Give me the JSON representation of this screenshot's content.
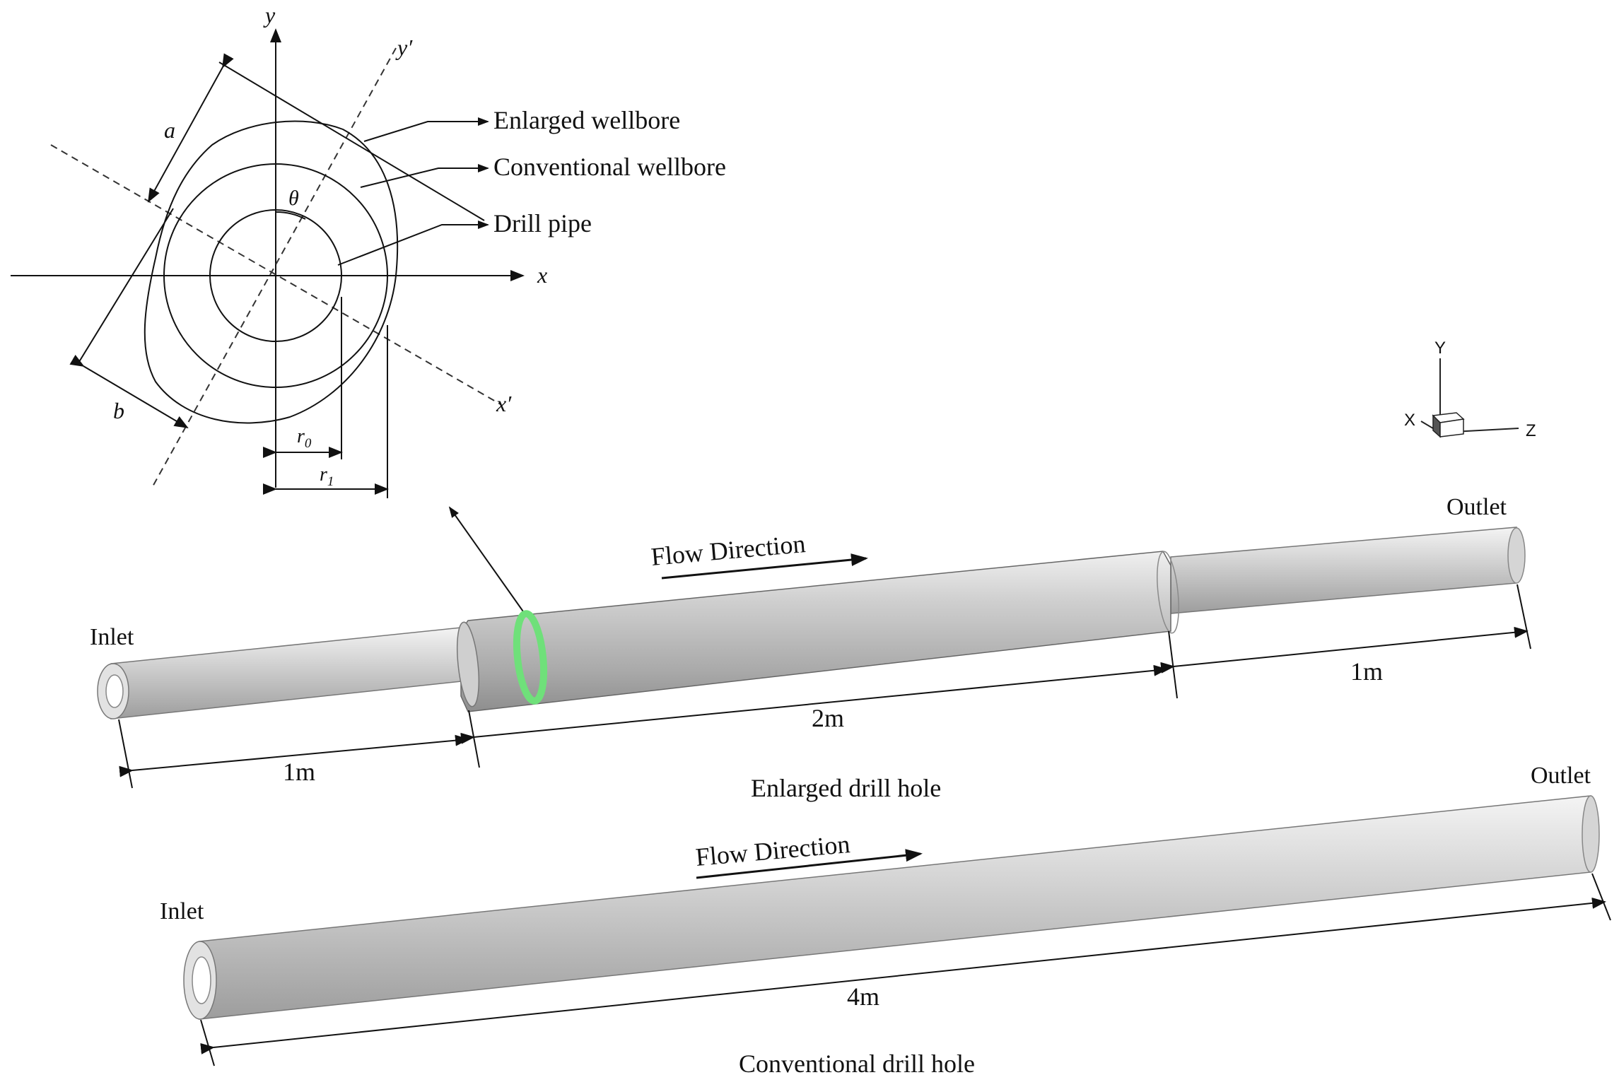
{
  "cross_section": {
    "axis_x": "x",
    "axis_y": "y",
    "axis_x_rot": "x′",
    "axis_y_rot": "y′",
    "angle": "θ",
    "dim_a": "a",
    "dim_b": "b",
    "r0_base": "r",
    "r0_sub": "0",
    "r1_base": "r",
    "r1_sub": "1",
    "label_enlarged": "Enlarged wellbore",
    "label_conventional": "Conventional wellbore",
    "label_pipe": "Drill pipe"
  },
  "coord_triad": {
    "y": "Y",
    "x": "X",
    "z": "Z"
  },
  "enlarged_hole": {
    "inlet": "Inlet",
    "outlet": "Outlet",
    "flow": "Flow Direction",
    "len_left": "1m",
    "len_middle": "2m",
    "len_right": "1m",
    "caption": "Enlarged drill hole",
    "highlight_color": "#6fe07a"
  },
  "conventional_hole": {
    "inlet": "Inlet",
    "outlet": "Outlet",
    "flow": "Flow Direction",
    "length": "4m",
    "caption": "Conventional drill hole"
  }
}
